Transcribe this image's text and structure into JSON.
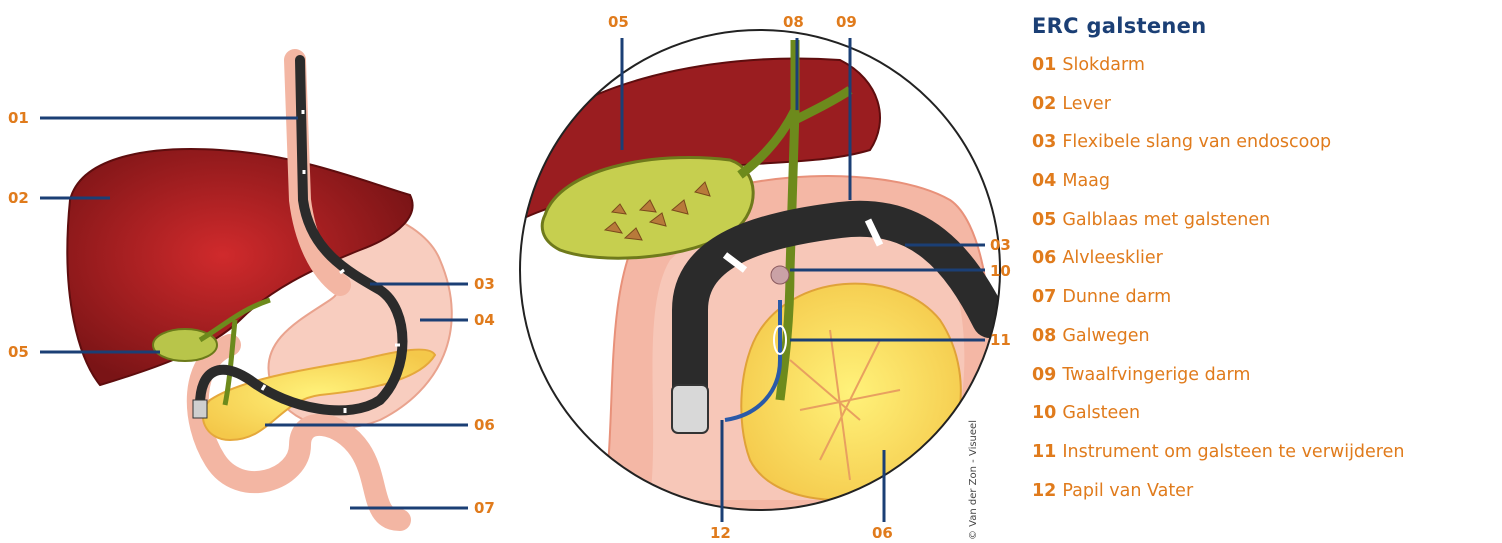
{
  "title": "ERC  galstenen",
  "legend": [
    {
      "num": "01",
      "label": "Slokdarm"
    },
    {
      "num": "02",
      "label": "Lever"
    },
    {
      "num": "03",
      "label": "Flexibele slang van endoscoop"
    },
    {
      "num": "04",
      "label": "Maag"
    },
    {
      "num": "05",
      "label": "Galblaas met galstenen"
    },
    {
      "num": "06",
      "label": "Alvleesklier"
    },
    {
      "num": "07",
      "label": "Dunne darm"
    },
    {
      "num": "08",
      "label": "Galwegen"
    },
    {
      "num": "09",
      "label": "Twaalfvingerige darm"
    },
    {
      "num": "10",
      "label": "Galsteen"
    },
    {
      "num": "11",
      "label": "Instrument om galsteen te verwijderen"
    },
    {
      "num": "12",
      "label": "Papil van Vater"
    }
  ],
  "callouts_left": [
    "01",
    "02",
    "03",
    "04",
    "05",
    "06",
    "07"
  ],
  "callouts_right": [
    "05",
    "08",
    "09",
    "03",
    "10",
    "11",
    "12",
    "06"
  ],
  "credit": "© Van der Zon - Visueel",
  "colors": {
    "accent": "#e07b1c",
    "navy": "#1b3f75",
    "liver": "#8e1b1e",
    "bile": "#7a8a1e",
    "scope": "#2b2b2b"
  }
}
